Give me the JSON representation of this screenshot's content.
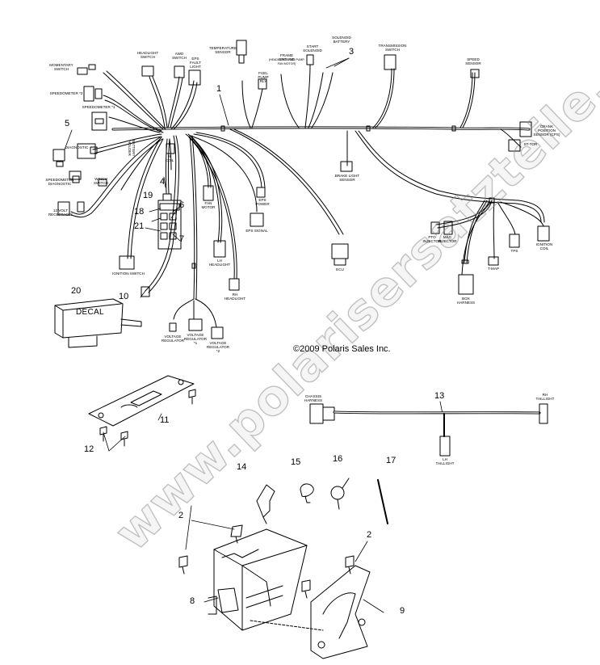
{
  "copyright": "©2009 Polaris Sales Inc.",
  "watermark": "www.polarisersatzteile.de",
  "decal_text": "DECAL",
  "callouts": [
    "1",
    "2",
    "2",
    "3",
    "4",
    "5",
    "6",
    "7",
    "8",
    "9",
    "10",
    "11",
    "12",
    "13",
    "14",
    "15",
    "16",
    "17",
    "18",
    "19",
    "20",
    "21"
  ],
  "labels": {
    "momentary_switch": "MOMENTARY\nSWITCH",
    "speedometer_2": "SPEEDOMETER *2",
    "speedometer_1": "SPEEDOMETER *1",
    "diagnostic": "DIAGNOSTIC",
    "speedometer_diagnostic": "SPEEDOMETER\nDIAGNOSTIC",
    "winch_switch": "WINCH\nSWITCH",
    "battery_holder": "BATTERY\nHOLDER",
    "volt_receptacle": "12 VOLT\nRECEPTACLE",
    "headlight_switch": "HEADLIGHT\nSWITCH",
    "awd_switch": "AWD\nSWITCH",
    "eps_fault_light": "EPS\nFAULT\nLIGHT",
    "temperature_sensor": "TEMPERATURE\nSENSOR",
    "frame_ground": "FRAME GROUND",
    "frame_ground_sub": "(HEADLIGHT, FUEL PUMP, FAN MOTOR)",
    "fuel_pump": "FUEL\nPUMP\nRLY",
    "start_solenoid": "START\nSOLENOID",
    "solenoid_battery": "SOLENOID\nBATTERY",
    "transmission_switch": "TRANSMISSION\nSWITCH",
    "speed_sensor": "SPEED\nSENSOR",
    "crank_position_sensor": "CRANK\nPOSITION\nSENSOR (CPS)",
    "stator": "ST-TOR",
    "brake_light_sensor": "BRAKE LIGHT\nSENSOR",
    "hi_coil": "HI\nCOIL",
    "fan_motor": "FAN\nMOTOR",
    "eps_power": "EPS\nPOWER",
    "eps_signal": "EPS SIGNAL",
    "lh_headlight": "LH\nHEADLIGHT",
    "rh_headlight": "RH\nHEADLIGHT",
    "ecu": "ECU",
    "pto_injector": "PTO\nINJECTOR",
    "mag_injector": "MAG\nINJECTOR",
    "tmap": "T-MAP",
    "tps": "TPS",
    "ignition_coil": "IGNITION\nCOIL",
    "box_harness": "BOX\nHARNESS",
    "ignition_switch": "IGNITION SWITCH",
    "voltage_regulator_1": "VOLTAGE\nREGULATOR",
    "voltage_regulator_2": "VOLTAGE\nREGULATOR\n*1",
    "voltage_regulator_3": "VOLTAGE\nREGULATOR\n*2",
    "chassis_harness": "CHASSIS\nHARNESS",
    "rh_taillight": "RH\nTAILLIGHT",
    "lh_taillight": "LH\nTAILLIGHT"
  }
}
